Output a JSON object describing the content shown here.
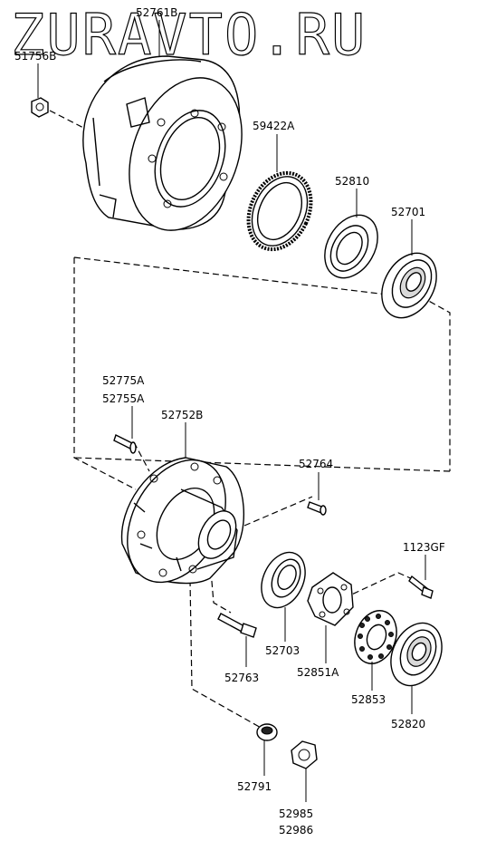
{
  "watermark": "ZURAVTO.RU",
  "labels": {
    "p52761B": "52761B",
    "p51756B": "51756B",
    "p59422A": "59422A",
    "p52810": "52810",
    "p52701": "52701",
    "p52775A": "52775A",
    "p52755A": "52755A",
    "p52752B": "52752B",
    "p52764": "52764",
    "p1123GF": "1123GF",
    "p52703": "52703",
    "p52851A": "52851A",
    "p52763": "52763",
    "p52853": "52853",
    "p52820": "52820",
    "p52791": "52791",
    "p52985": "52985",
    "p52986": "52986"
  }
}
